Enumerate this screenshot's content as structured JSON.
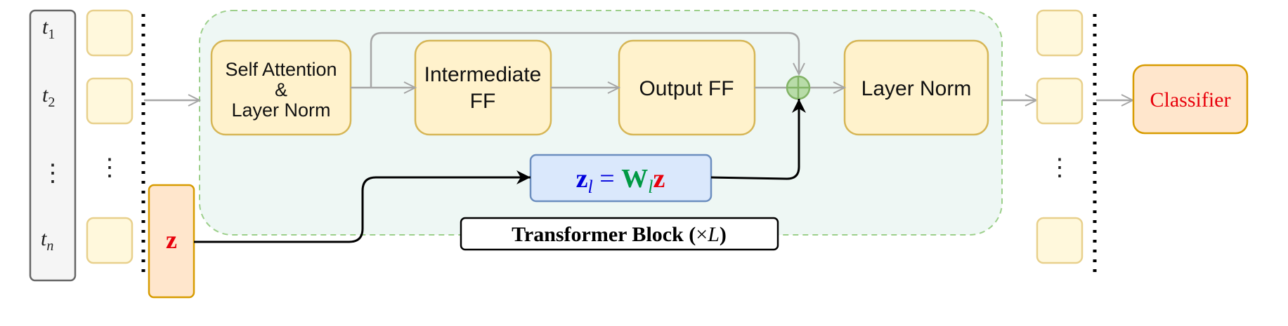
{
  "tokens": {
    "t1": {
      "base": "t",
      "sub": "1"
    },
    "t2": {
      "base": "t",
      "sub": "2"
    },
    "dots": "⋮",
    "tn": {
      "base": "t",
      "sub": "n"
    }
  },
  "input_dots": "⋮",
  "output_dots": "⋮",
  "z_label": "z",
  "blocks": {
    "self_attention": [
      "Self Attention",
      "&",
      "Layer Norm"
    ],
    "intermediate_ff": [
      "Intermediate",
      "FF"
    ],
    "output_ff": "Output FF",
    "layer_norm": "Layer Norm"
  },
  "projection": {
    "lhs": "z",
    "lhs_sub": "l",
    "eq": "=",
    "w": "W",
    "w_sub": "l",
    "rhs": "z"
  },
  "transformer_label": {
    "text": "Transformer Block (",
    "times": "×",
    "L": "L",
    "close": ")"
  },
  "classifier": "Classifier",
  "colors": {
    "token_fill": "#fff8dc",
    "token_stroke": "#e8d08c",
    "block_fill": "#fff2cc",
    "block_stroke": "#d6b656",
    "container_fill": "#eef7f4",
    "container_stroke": "#9ccf8a",
    "z_fill": "#ffe6cc",
    "z_stroke": "#d79b00",
    "proj_fill": "#dae8fc",
    "proj_stroke": "#6c8ebf",
    "adder_fill": "#b8dca8",
    "adder_stroke": "#82b366",
    "red": "#e8000b",
    "blue": "#0000dd",
    "green": "#009944",
    "arrow_gray": "#a6a6a6"
  }
}
